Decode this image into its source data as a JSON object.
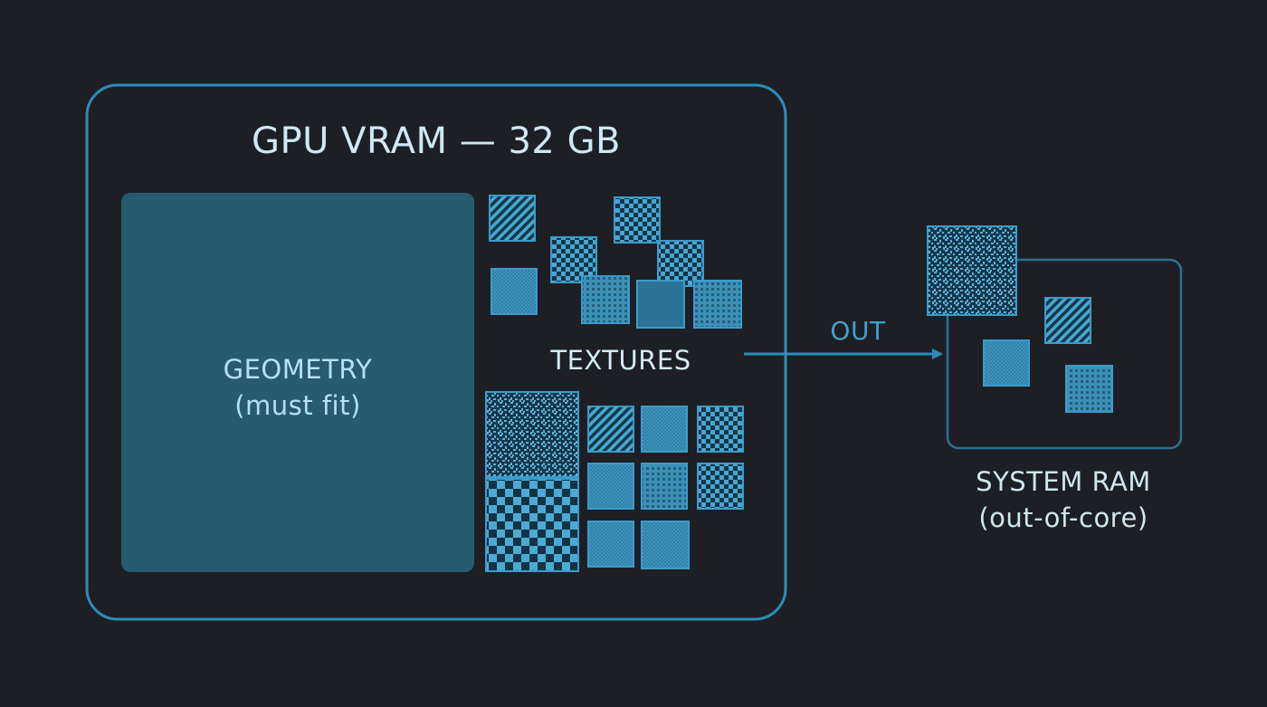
{
  "vram": {
    "title": "GPU VRAM — 32 GB"
  },
  "geometry": {
    "line1": "GEOMETRY",
    "line2": "(must fit)"
  },
  "textures": {
    "label": "TEXTURES"
  },
  "arrow": {
    "label": "OUT"
  },
  "system_ram": {
    "line1": "SYSTEM RAM",
    "line2": "(out-of-core)"
  },
  "colors": {
    "background": "#1d1f24",
    "accent": "#2b8dbc",
    "geometry_fill": "#265b70",
    "tile_fill": "#1f5e78",
    "label_text": "#a7d9ef"
  }
}
